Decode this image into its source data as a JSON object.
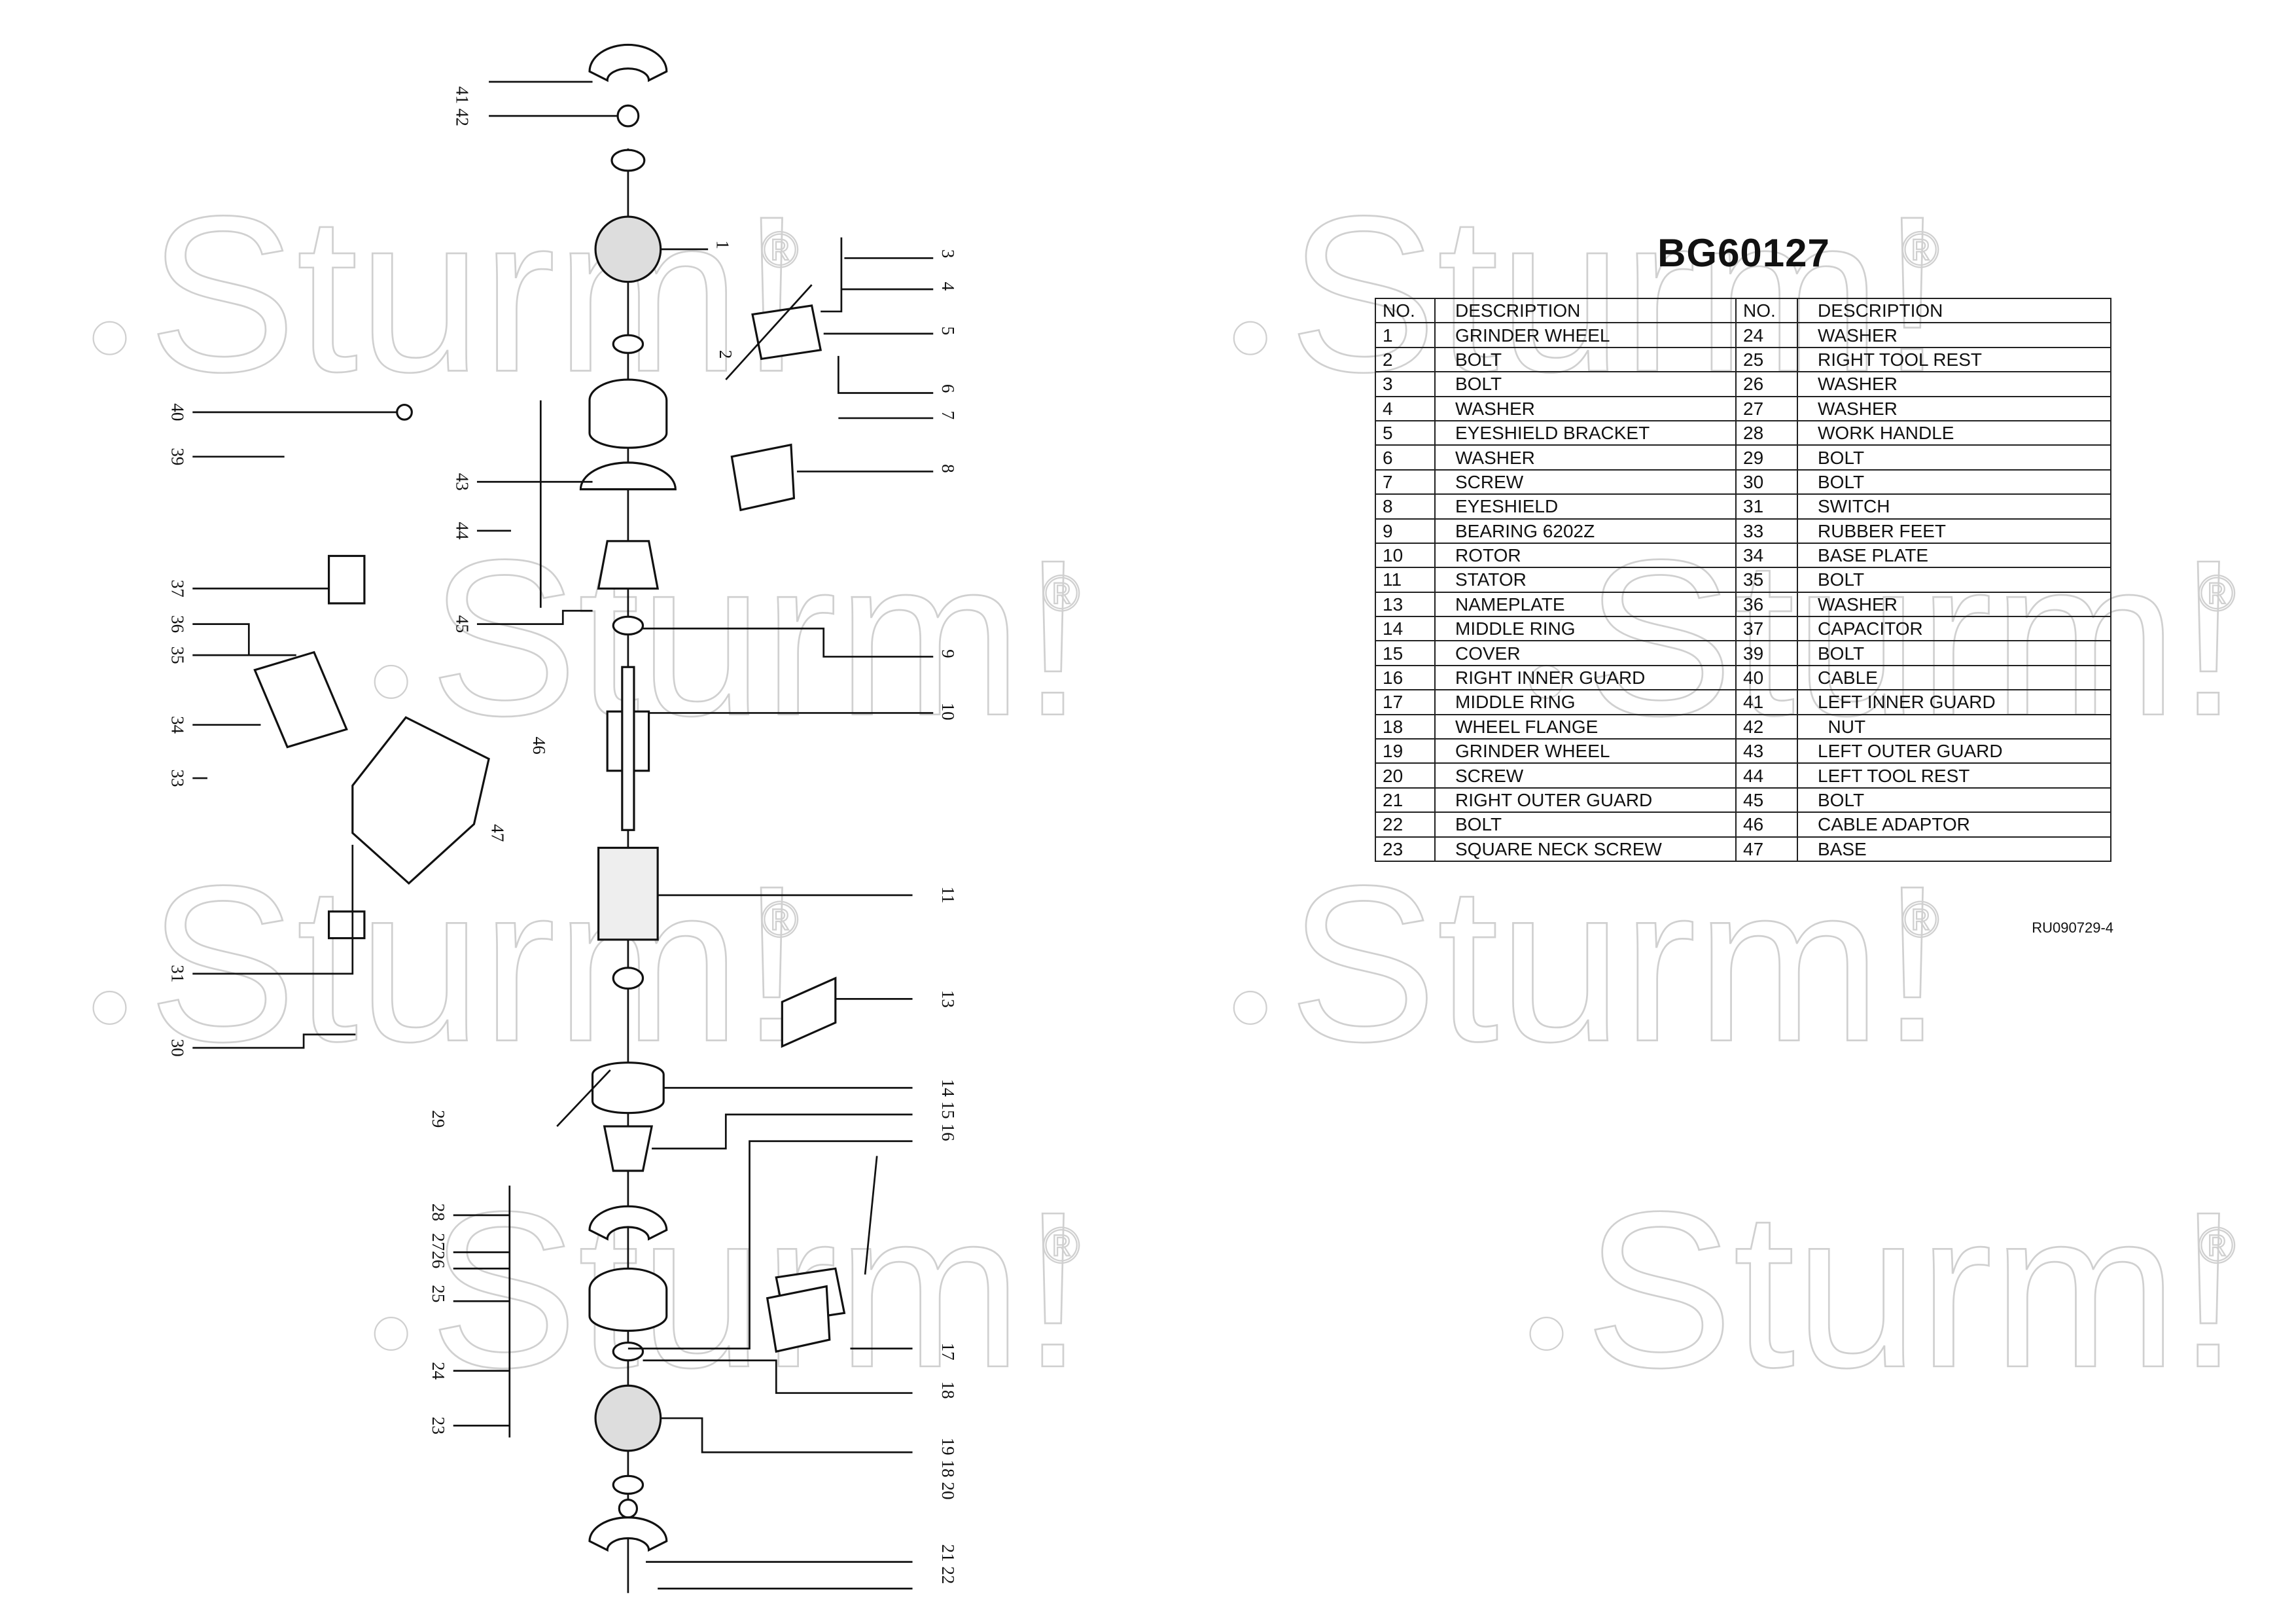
{
  "watermark": {
    "text": "Sturm!",
    "mark": "®"
  },
  "title": "BG60127",
  "table": {
    "headers": [
      "NO.",
      "DESCRIPTION",
      "NO.",
      "DESCRIPTION"
    ],
    "rows": [
      [
        "1",
        "GRINDER WHEEL",
        "24",
        "WASHER"
      ],
      [
        "2",
        "BOLT",
        "25",
        "RIGHT TOOL REST"
      ],
      [
        "3",
        "BOLT",
        "26",
        "WASHER"
      ],
      [
        "4",
        "WASHER",
        "27",
        "WASHER"
      ],
      [
        "5",
        "EYESHIELD BRACKET",
        "28",
        "WORK HANDLE"
      ],
      [
        "6",
        "WASHER",
        "29",
        "BOLT"
      ],
      [
        "7",
        "SCREW",
        "30",
        "BOLT"
      ],
      [
        "8",
        "EYESHIELD",
        "31",
        "SWITCH"
      ],
      [
        "9",
        "BEARING 6202Z",
        "33",
        "RUBBER FEET"
      ],
      [
        "10",
        "ROTOR",
        "34",
        "BASE PLATE"
      ],
      [
        "11",
        "STATOR",
        "35",
        "BOLT"
      ],
      [
        "13",
        "NAMEPLATE",
        "36",
        "WASHER"
      ],
      [
        "14",
        "MIDDLE RING",
        "37",
        "CAPACITOR"
      ],
      [
        "15",
        "COVER",
        "39",
        "BOLT"
      ],
      [
        "16",
        "RIGHT INNER GUARD",
        "40",
        "CABLE"
      ],
      [
        "17",
        "MIDDLE RING",
        "41",
        "LEFT INNER GUARD"
      ],
      [
        "18",
        "WHEEL FLANGE",
        "42",
        "  NUT"
      ],
      [
        "19",
        "GRINDER WHEEL",
        "43",
        "LEFT OUTER GUARD"
      ],
      [
        "20",
        "SCREW",
        "44",
        "LEFT TOOL REST"
      ],
      [
        "21",
        "RIGHT OUTER GUARD",
        "45",
        "BOLT"
      ],
      [
        "22",
        "BOLT",
        "46",
        "CABLE ADAPTOR"
      ],
      [
        "23",
        "SQUARE NECK SCREW",
        "47",
        "BASE"
      ]
    ]
  },
  "doc_code": "RU090729-4",
  "callouts": [
    "41 42",
    "1",
    "3",
    "4",
    "5",
    "6",
    "7",
    "8",
    "9",
    "10",
    "11",
    "13",
    "14 15 16",
    "17",
    "18",
    "19 18 20",
    "21 22",
    "2",
    "40",
    "39",
    "37",
    "36",
    "35",
    "34",
    "33",
    "31",
    "30",
    "43",
    "44",
    "45",
    "46",
    "47",
    "29",
    "28",
    "2726",
    "25",
    "24",
    "23"
  ]
}
